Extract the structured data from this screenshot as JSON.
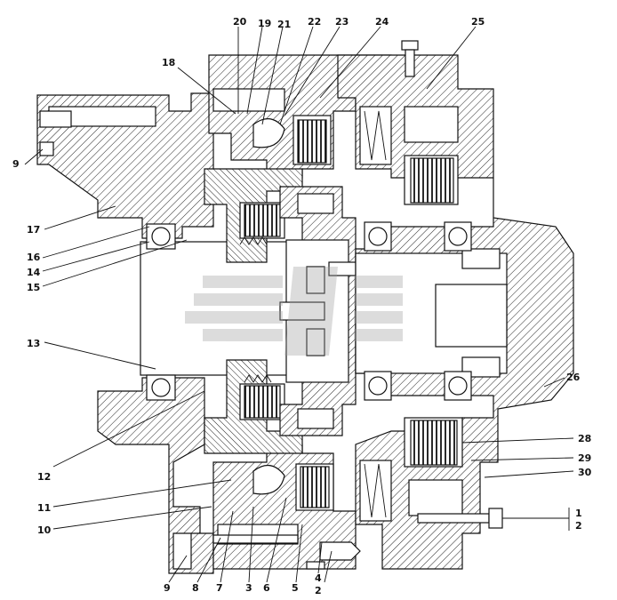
{
  "labels_top": [
    "20",
    "19",
    "21",
    "22",
    "23",
    "24",
    "25",
    "18"
  ],
  "labels_left": [
    "9",
    "17",
    "16",
    "14",
    "15",
    "13",
    "12",
    "11",
    "10",
    "9"
  ],
  "labels_bottom": [
    "8",
    "7",
    "3",
    "6",
    "5",
    "4",
    "2"
  ],
  "labels_right": [
    "26",
    "28",
    "29",
    "30",
    "1",
    "2"
  ],
  "colors": {
    "line": "#111111",
    "watermark": "#bdbdbd"
  }
}
